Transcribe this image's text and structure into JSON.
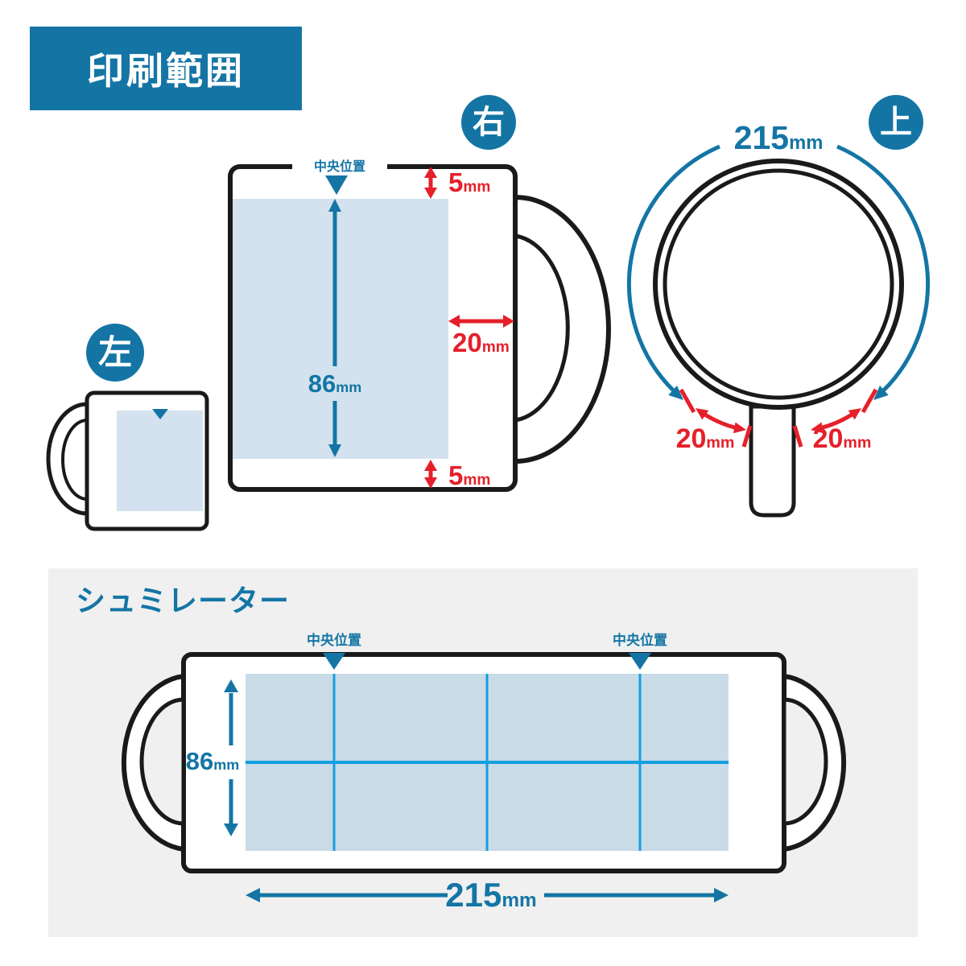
{
  "header": {
    "title": "印刷範囲"
  },
  "colors": {
    "accent": "#1475a5",
    "red": "#e5202a",
    "outline": "#1a1a1a",
    "print_area_fill": "#d3e2ee",
    "simulator_print_fill": "#c8dbe7",
    "grid_line": "#149fe0",
    "panel_bg": "#f0f0f0"
  },
  "views": {
    "right": {
      "badge": "右",
      "center_label": "中央位置",
      "height": {
        "value": "86",
        "unit": "mm"
      },
      "top_margin": {
        "value": "5",
        "unit": "mm"
      },
      "side_margin": {
        "value": "20",
        "unit": "mm"
      },
      "bottom_margin": {
        "value": "5",
        "unit": "mm"
      }
    },
    "top": {
      "badge": "上",
      "circumference": {
        "value": "215",
        "unit": "mm"
      },
      "handle_left_gap": {
        "value": "20",
        "unit": "mm"
      },
      "handle_right_gap": {
        "value": "20",
        "unit": "mm"
      }
    },
    "left": {
      "badge": "左"
    }
  },
  "simulator": {
    "title": "シュミレーター",
    "center_label_1": "中央位置",
    "center_label_2": "中央位置",
    "height": {
      "value": "86",
      "unit": "mm"
    },
    "width": {
      "value": "215",
      "unit": "mm"
    }
  }
}
